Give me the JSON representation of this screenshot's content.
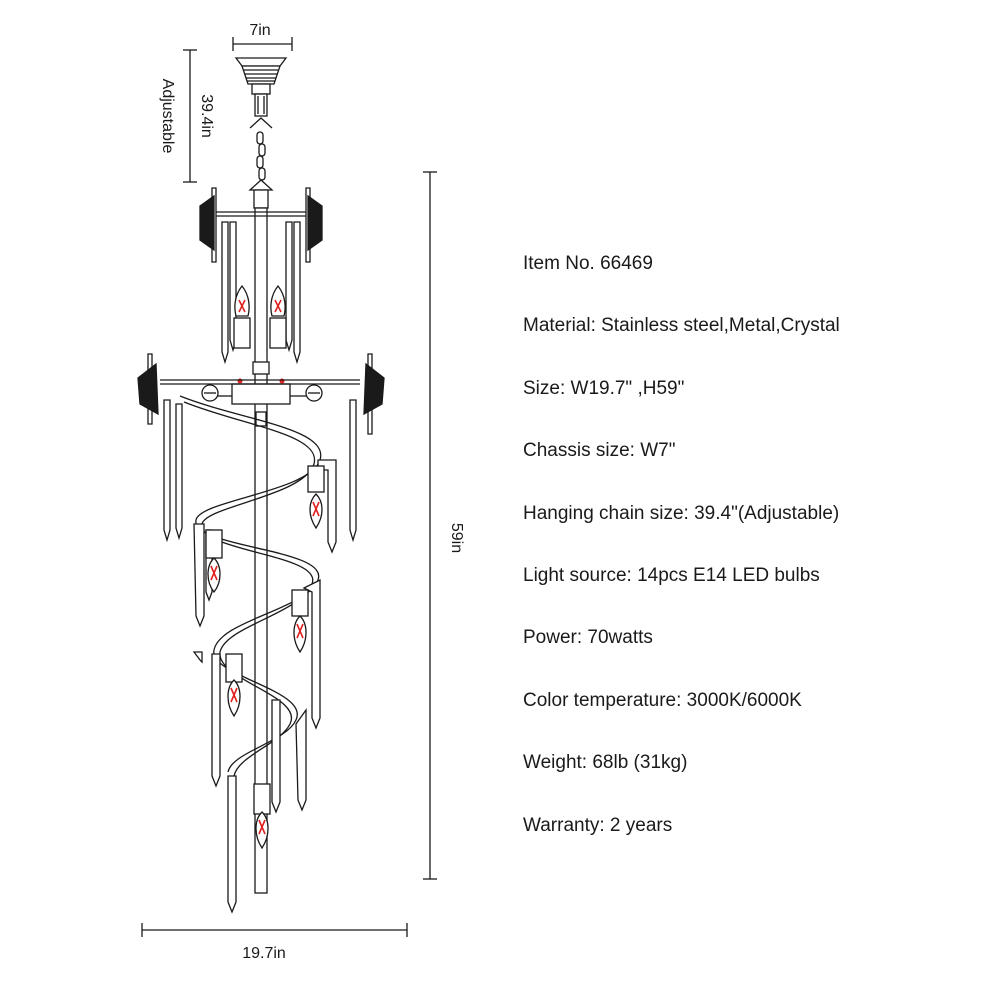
{
  "dimensions": {
    "chassis_width": "7in",
    "chain_length": "39.4in",
    "chain_note": "Adjustable",
    "total_height": "59in",
    "total_width": "19.7in"
  },
  "specs": [
    "Item No. 66469",
    "Material: Stainless steel,Metal,Crystal",
    "Size: W19.7\" ,H59\"",
    "Chassis size: W7\"",
    "Hanging chain size: 39.4\"(Adjustable)",
    "Light source: 14pcs E14 LED bulbs",
    "Power: 70watts",
    "Color temperature: 3000K/6000K",
    "Weight: 68lb (31kg)",
    "Warranty: 2 years"
  ],
  "colors": {
    "line": "#1a1a1a",
    "filament": "#e02020",
    "background": "#ffffff"
  },
  "icons": {
    "product": "chandelier-drawing"
  }
}
